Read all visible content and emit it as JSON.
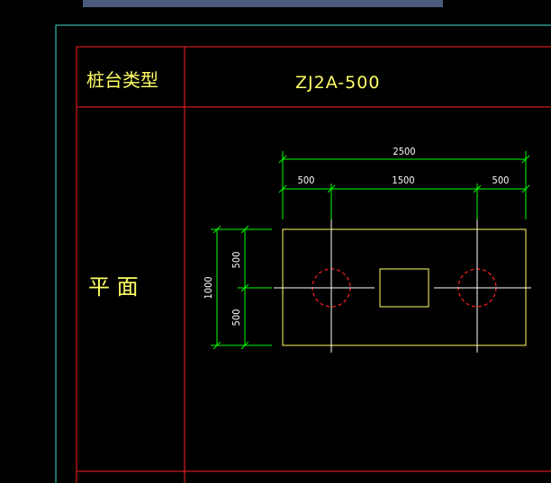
{
  "title_block": {
    "type_label": "桩台类型",
    "type_value": "ZJ2A-500",
    "view_label": "平 面"
  },
  "dimensions": {
    "overall_width": "2500",
    "left_spacing": "500",
    "middle_spacing": "1500",
    "right_spacing": "500",
    "overall_height": "1000",
    "upper_half": "500",
    "lower_half": "500"
  },
  "colors": {
    "frame_red": "#ff2020",
    "frame_cyan": "#40e0d0",
    "dimension_green": "#00ff00",
    "outline_yellow": "#ffff66",
    "pile_red": "#ff2020",
    "centerline_white": "#ffffff",
    "top_bar": "#4a5a7a"
  }
}
